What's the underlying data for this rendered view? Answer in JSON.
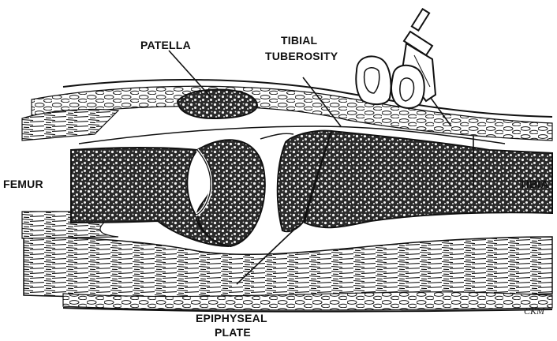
{
  "diagram": {
    "labels": {
      "patella": "PATELLA",
      "tibial_tuberosity_line1": "TIBIAL",
      "tibial_tuberosity_line2": "TUBEROSITY",
      "femur": "FEMUR",
      "tibia": "TIBIA",
      "epiphyseal_line1": "EPIPHYSEAL",
      "epiphyseal_line2": "PLATE"
    },
    "signature": "CKM"
  }
}
